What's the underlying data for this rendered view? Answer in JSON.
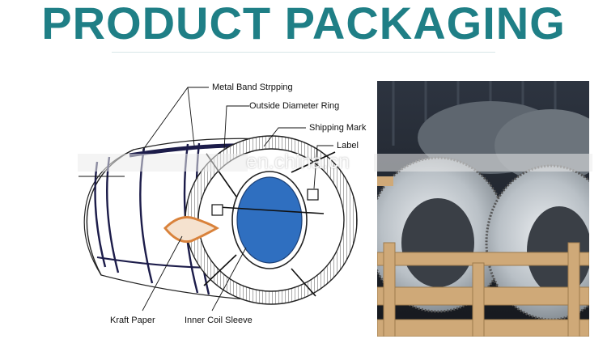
{
  "title": "PRODUCT PACKAGING",
  "labels": {
    "metal_band": "Metal Band Strpping",
    "outside_ring": "Outside Diameter Ring",
    "shipping_mark": "Shipping Mark",
    "label": "Label",
    "kraft_paper": "Kraft Paper",
    "inner_sleeve": "Inner Coil Sleeve"
  },
  "watermark": "en.china.cn",
  "colors": {
    "title": "#1f7f86",
    "core_blue": "#2f6fc0",
    "kraft_orange": "#d9823b"
  }
}
